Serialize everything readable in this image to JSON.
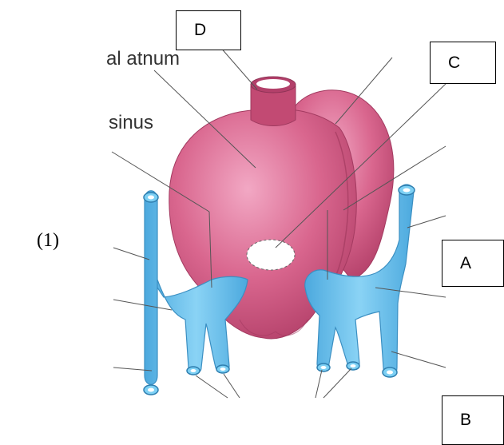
{
  "labels": {
    "d": "D",
    "c": "C",
    "a": "A",
    "b": "B"
  },
  "fragments": {
    "atrium": "al atnum",
    "sinus": "sinus"
  },
  "question_number": "(1)",
  "colors": {
    "heart": "#d1587f",
    "heart_shadow": "#b4416a",
    "vessel": "#62c1ef",
    "vessel_outline": "#3b8fc2",
    "leader_line": "#555555"
  }
}
